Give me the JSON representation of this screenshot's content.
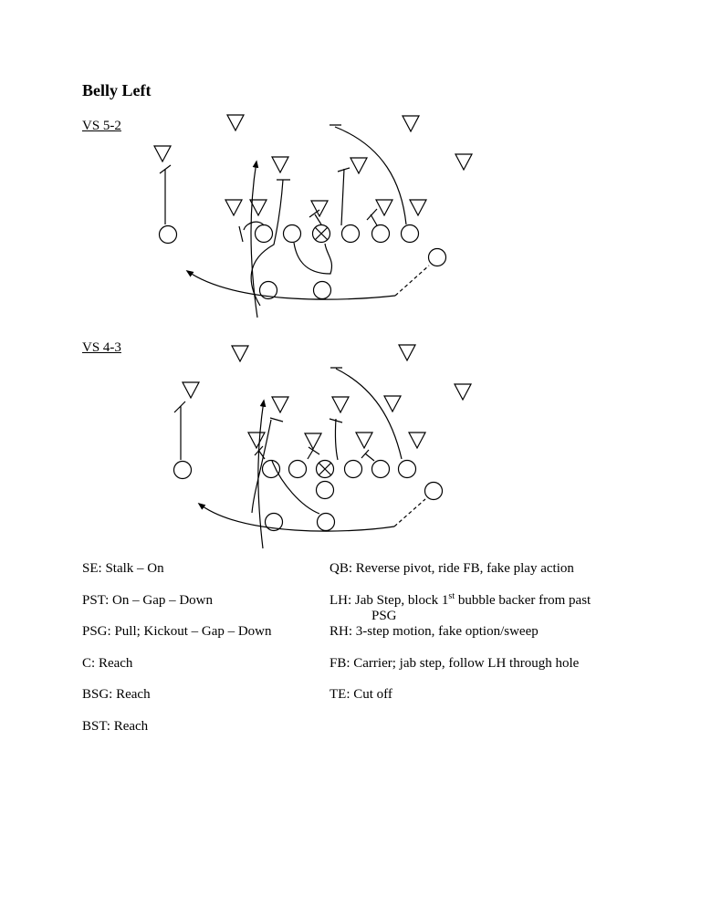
{
  "document": {
    "title": "Belly Left",
    "diagrams": [
      {
        "label": "VS 5-2"
      },
      {
        "label": "VS 4-3"
      }
    ],
    "assignments": {
      "left_column": [
        {
          "label": "SE:",
          "text": "Stalk – On"
        },
        {
          "label": "PST:",
          "text": "On – Gap – Down"
        },
        {
          "label": "PSG:",
          "text": "Pull; Kickout – Gap – Down"
        },
        {
          "label": "C:",
          "text": "Reach"
        },
        {
          "label": "BSG:",
          "text": "Reach"
        },
        {
          "label": "BST:",
          "text": "Reach"
        }
      ],
      "right_column": [
        {
          "label": "QB:",
          "text": "Reverse pivot, ride FB, fake play action"
        },
        {
          "label": "LH:",
          "text_before": "Jab Step, block 1",
          "superscript": "st",
          "text_after": " bubble backer from past",
          "continuation": "PSG"
        },
        {
          "label": "RH:",
          "text": "3-step motion, fake option/sweep"
        },
        {
          "label": "FB:",
          "text": "Carrier; jab step, follow LH through hole"
        },
        {
          "label": "TE:",
          "text": "Cut off"
        }
      ]
    }
  }
}
